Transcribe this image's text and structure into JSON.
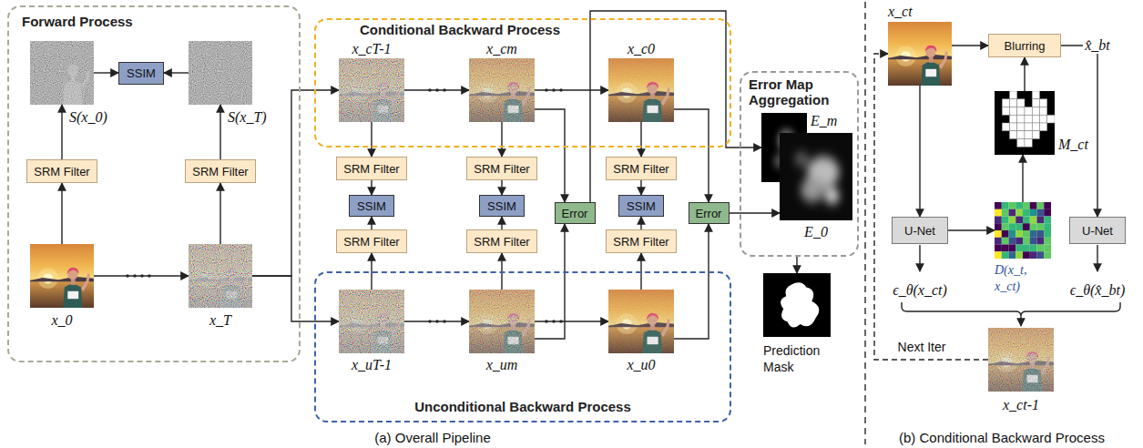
{
  "diagram": {
    "nodes": [
      {
        "text": [
          "Forward Process"
        ]
      },
      {
        "text": [
          "S(x_0)"
        ],
        "in": 0
      },
      {
        "text": [
          "SSIM"
        ],
        "in": 0
      },
      {
        "text": [
          "S(x_T)"
        ],
        "in": 0
      },
      {
        "text": [
          "SRM Filter"
        ],
        "in": 0
      },
      {
        "text": [
          "SRM Filter"
        ],
        "in": 0
      },
      {
        "text": [
          "x_0"
        ],
        "in": 0
      },
      {
        "text": [
          "x_T"
        ],
        "in": 0
      },
      {
        "text": [
          "Conditional Backward Process"
        ]
      },
      {
        "text": [
          "x_cT-1"
        ],
        "in": 8
      },
      {
        "text": [
          "x_cm"
        ],
        "in": 8
      },
      {
        "text": [
          "x_c0"
        ],
        "in": 8
      },
      {
        "text": [
          "SRM Filter"
        ]
      },
      {
        "text": [
          "SRM Filter"
        ]
      },
      {
        "text": [
          "SRM Filter"
        ]
      },
      {
        "text": [
          "SSIM"
        ]
      },
      {
        "text": [
          "SSIM"
        ]
      },
      {
        "text": [
          "Error"
        ]
      },
      {
        "text": [
          "SSIM"
        ]
      },
      {
        "text": [
          "Error"
        ]
      },
      {
        "text": [
          "SRM Filter"
        ]
      },
      {
        "text": [
          "SRM Filter"
        ]
      },
      {
        "text": [
          "SRM Filter"
        ]
      },
      {
        "text": [
          "Error Map Aggregation"
        ]
      },
      {
        "text": [
          "E_m"
        ],
        "in": 23
      },
      {
        "text": [
          "E_0"
        ],
        "in": 23
      },
      {
        "text": [
          "Unconditional Backward Process"
        ]
      },
      {
        "text": [
          "x_uT-1"
        ],
        "in": 26
      },
      {
        "text": [
          "x_um"
        ],
        "in": 26
      },
      {
        "text": [
          "x_u0"
        ],
        "in": 26
      },
      {
        "text": [
          "Prediction Mask"
        ]
      },
      {
        "text": [
          "x_ct"
        ]
      },
      {
        "text": [
          "Blurring"
        ]
      },
      {
        "text": [
          "M_ct"
        ]
      },
      {
        "text": [
          "U-Net"
        ]
      },
      {
        "text": [
          "D(x_t, x_ct)"
        ]
      },
      {
        "text": [
          "U-Net"
        ]
      },
      {
        "text": [
          "x_ct-1"
        ]
      }
    ],
    "edges": [
      {
        "from": 6,
        "to": 4,
        "arrow": "to"
      },
      {
        "from": 4,
        "to": 1,
        "arrow": "to"
      },
      {
        "from": 1,
        "to": 2,
        "arrow": "to"
      },
      {
        "from": 3,
        "to": 2,
        "arrow": "to"
      },
      {
        "from": 6,
        "to": 7,
        "arrow": "to"
      },
      {
        "from": 7,
        "to": 5,
        "arrow": "to"
      },
      {
        "from": 5,
        "to": 3,
        "arrow": "to"
      },
      {
        "from": 7,
        "to": 9,
        "arrow": "to"
      },
      {
        "from": 7,
        "to": 27,
        "arrow": "to"
      },
      {
        "from": 9,
        "to": 10,
        "arrow": "to"
      },
      {
        "from": 10,
        "to": 11,
        "arrow": "to"
      },
      {
        "from": 27,
        "to": 28,
        "arrow": "to"
      },
      {
        "from": 28,
        "to": 29,
        "arrow": "to"
      },
      {
        "from": 9,
        "to": 12,
        "arrow": "to"
      },
      {
        "from": 12,
        "to": 15,
        "arrow": "to"
      },
      {
        "from": 20,
        "to": 15,
        "arrow": "to"
      },
      {
        "from": 27,
        "to": 20,
        "arrow": "to"
      },
      {
        "from": 10,
        "to": 13,
        "arrow": "to"
      },
      {
        "from": 13,
        "to": 16,
        "arrow": "to"
      },
      {
        "from": 21,
        "to": 16,
        "arrow": "to"
      },
      {
        "from": 28,
        "to": 21,
        "arrow": "to"
      },
      {
        "from": 11,
        "to": 14,
        "arrow": "to"
      },
      {
        "from": 14,
        "to": 18,
        "arrow": "to"
      },
      {
        "from": 22,
        "to": 18,
        "arrow": "to"
      },
      {
        "from": 29,
        "to": 22,
        "arrow": "to"
      },
      {
        "from": 10,
        "to": 17,
        "arrow": "to"
      },
      {
        "from": 28,
        "to": 17,
        "arrow": "to"
      },
      {
        "from": 11,
        "to": 19,
        "arrow": "to"
      },
      {
        "from": 29,
        "to": 19,
        "arrow": "to"
      },
      {
        "from": 17,
        "to": 24,
        "arrow": "to"
      },
      {
        "from": 19,
        "to": 25,
        "arrow": "to"
      },
      {
        "from": 23,
        "to": 30,
        "arrow": "to"
      },
      {
        "from": 31,
        "to": 32,
        "arrow": "to"
      },
      {
        "from": 32,
        "to": 36,
        "arrow": "to",
        "label": "x̂_bt"
      },
      {
        "from": 33,
        "to": 32,
        "arrow": "to"
      },
      {
        "from": 31,
        "to": 34,
        "arrow": "to"
      },
      {
        "from": 34,
        "to": 35,
        "arrow": "to"
      },
      {
        "from": 35,
        "to": 33,
        "arrow": "to"
      },
      {
        "from": 37,
        "to": 31,
        "arrow": "to",
        "label": "Next Iter"
      }
    ],
    "labels": [
      "ϵ_θ(x_ct)",
      "ϵ_θ(x̂_bt)",
      "(a) Overall Pipeline",
      "(b) Conditional Backward Process"
    ]
  }
}
